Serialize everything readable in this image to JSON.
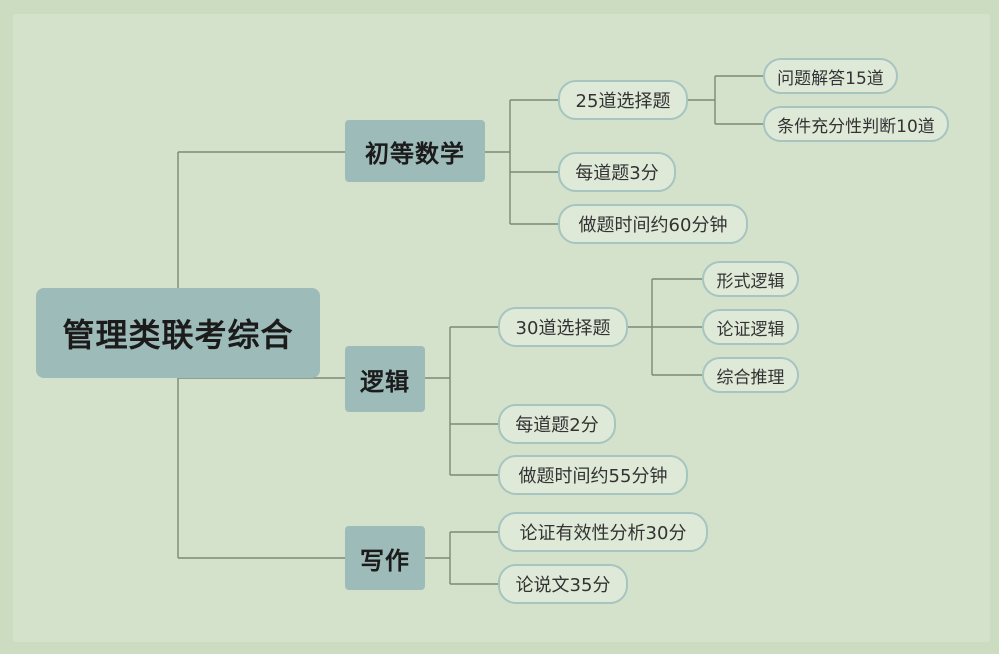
{
  "root": "管理类联考综合",
  "math": {
    "title": "初等数学",
    "q": "25道选择题",
    "q_sub": [
      "问题解答15道",
      "条件充分性判断10道"
    ],
    "points": "每道题3分",
    "time": "做题时间约60分钟"
  },
  "logic": {
    "title": "逻辑",
    "q": "30道选择题",
    "q_sub": [
      "形式逻辑",
      "论证逻辑",
      "综合推理"
    ],
    "points": "每道题2分",
    "time": "做题时间约55分钟"
  },
  "writing": {
    "title": "写作",
    "items": [
      "论证有效性分析30分",
      "论说文35分"
    ]
  },
  "colors": {
    "line": "#7a8a74",
    "node_fill": "#9dbbb8",
    "leaf_border": "#a6c4c0"
  }
}
